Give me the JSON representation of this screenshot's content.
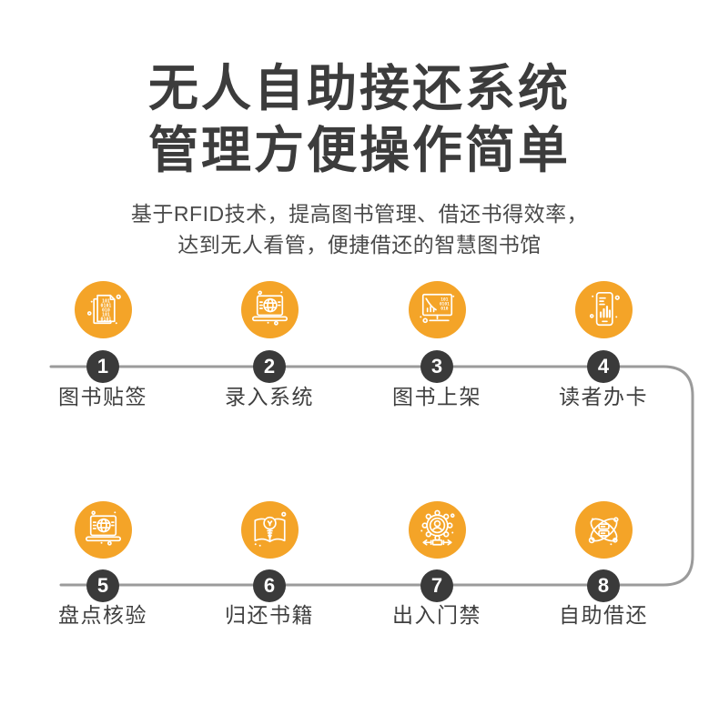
{
  "header": {
    "title_line1": "无人自助接还系统",
    "title_line2": "管理方便操作简单",
    "subtitle_line1": "基于RFID技术，提高图书管理、借还书得效率，",
    "subtitle_line2": "达到无人看管，便捷借还的智慧图书馆"
  },
  "colors": {
    "accent_orange": "#F4A428",
    "step_badge": "#3A3A3A",
    "connector_line": "#9B9B9B",
    "title_text": "#3C3C3C",
    "subtitle_text": "#4A4A4A",
    "label_text": "#3F3F3F",
    "background": "#FFFFFF"
  },
  "flow": {
    "steps": [
      {
        "number": "1",
        "label": "图书贴签",
        "icon": "binary-document"
      },
      {
        "number": "2",
        "label": "录入系统",
        "icon": "laptop-globe"
      },
      {
        "number": "3",
        "label": "图书上架",
        "icon": "monitor-chart"
      },
      {
        "number": "4",
        "label": "读者办卡",
        "icon": "phone-chart"
      },
      {
        "number": "5",
        "label": "盘点核验",
        "icon": "laptop-globe"
      },
      {
        "number": "6",
        "label": "归还书籍",
        "icon": "book-bulb"
      },
      {
        "number": "7",
        "label": "出入门禁",
        "icon": "gear-person"
      },
      {
        "number": "8",
        "label": "自助借还",
        "icon": "atom-network"
      }
    ]
  }
}
